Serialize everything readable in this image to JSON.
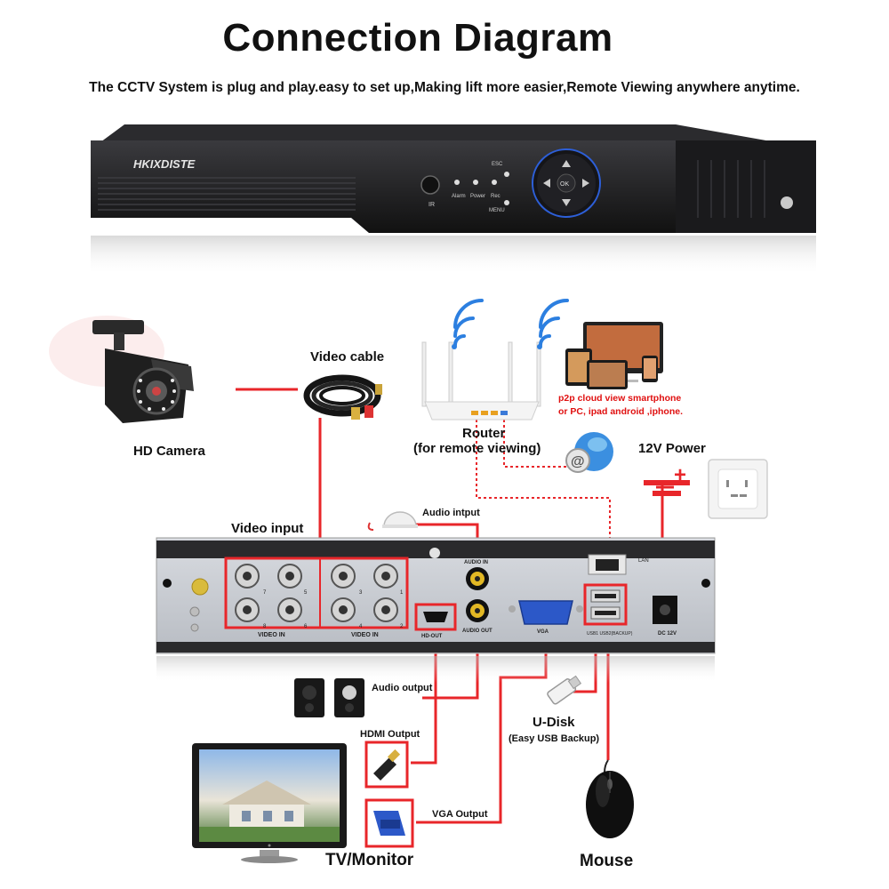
{
  "header": {
    "title": "Connection Diagram",
    "subtitle": "The CCTV System is plug and play.easy to set up,Making lift more easier,Remote Viewing anywhere anytime."
  },
  "dvr_front": {
    "brand": "HKIXDISTE",
    "ir_label": "IR",
    "led_labels": [
      "Alarm",
      "Power",
      "Rec"
    ],
    "esc_label": "ESC",
    "menu_label": "MENU",
    "ok_label": "OK"
  },
  "dvr_rear": {
    "video_in_label_left": "VIDEO IN",
    "video_in_label_right": "VIDEO IN",
    "bnc_numbers": [
      "7",
      "5",
      "3",
      "1",
      "8",
      "6",
      "4",
      "2"
    ],
    "audio_in_label": "AUDIO IN",
    "audio_out_label": "AUDIO OUT",
    "hdmi_label": "HD-OUT",
    "vga_label": "VGA",
    "lan_label": "LAN",
    "usb_label": "USB1 USB2(BACKUP)",
    "dc_label": "DC 12V"
  },
  "labels": {
    "video_cable": "Video cable",
    "hd_camera": "HD Camera",
    "router": "Router",
    "router_sub": "(for remote viewing)",
    "p2p_line1": "p2p cloud  view smartphone",
    "p2p_line2": "or PC, ipad android ,iphone.",
    "power_12v": "12V Power",
    "power_plus": "+",
    "video_input": "Video input",
    "audio_input": "Audio intput",
    "audio_output": "Audio output",
    "hdmi_output": "HDMI Output",
    "u_disk": "U-Disk",
    "u_disk_sub": "(Easy USB Backup)",
    "vga_output": "VGA Output",
    "tv_monitor": "TV/Monitor",
    "mouse": "Mouse"
  },
  "colors": {
    "cable": "#e8262a",
    "panel": "#c9cdd3",
    "dvr_body": "#1c1c1e"
  },
  "icons": [
    "camera-icon",
    "cable-coil-icon",
    "router-icon",
    "wifi-icon",
    "devices-icon",
    "globe-icon",
    "power-socket-icon",
    "microphone-icon",
    "speaker-icon",
    "hdmi-plug-icon",
    "vga-plug-icon",
    "usb-drive-icon",
    "mouse-icon",
    "monitor-icon"
  ]
}
